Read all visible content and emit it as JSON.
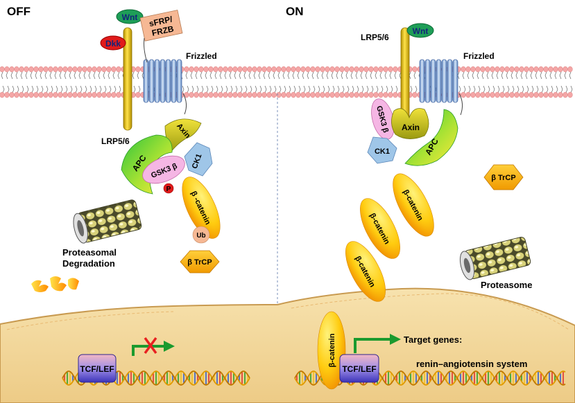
{
  "panels": {
    "off": {
      "title": "OFF"
    },
    "on": {
      "title": "ON"
    }
  },
  "labels": {
    "wnt": "Wnt",
    "dkk": "Dkk",
    "sfrp_line1": "sFRP/",
    "sfrp_line2": "FRZB",
    "frizzled": "Frizzled",
    "lrp": "LRP5/6",
    "axin": "Axin",
    "apc": "APC",
    "gsk3b": "GSK3 β",
    "ck1": "CK1",
    "phospho": "P",
    "beta_catenin": "β-catenin",
    "beta_catenin_off": "β -catenin",
    "ub": "Ub",
    "btrcp": "β TrCP",
    "proteasomal_line1": "Proteasomal",
    "proteasomal_line2": "Degradation",
    "proteasome": "Proteasome",
    "tcf_lef": "TCF/LEF",
    "target_genes": "Target genes:",
    "ras": "renin–angiotensin system"
  },
  "colors": {
    "membrane_head": "#f4a6a6",
    "lrp_rod": "#e6c200",
    "frizzled": "#8fb4e0",
    "wnt": "#1e9e57",
    "dkk": "#e01b1b",
    "sfrp": "#f6b894",
    "nucleus": "#f2d497",
    "tcf": "#5b4fd0",
    "arrow_green": "#1b9a2e",
    "cross_red": "#e82020"
  }
}
